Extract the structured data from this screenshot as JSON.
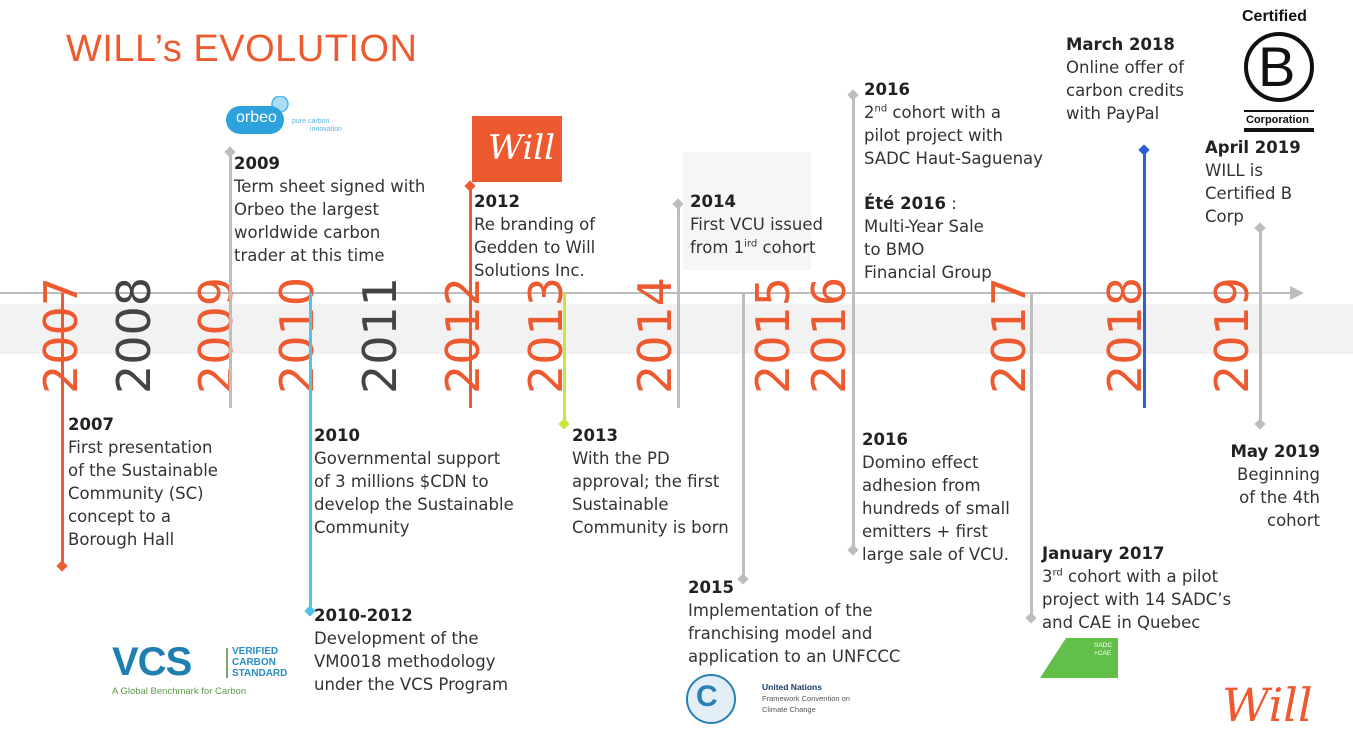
{
  "title": "WILL’s EVOLUTION",
  "years": [
    "2007",
    "2008",
    "2009",
    "2010",
    "2011",
    "2012",
    "2013",
    "2014",
    "2015",
    "2016",
    "2017",
    "2018",
    "2019"
  ],
  "events": {
    "e2007": {
      "date": "2007",
      "lines": [
        "First presentation",
        "of the Sustainable",
        "Community (SC)",
        "concept to a",
        "Borough Hall"
      ]
    },
    "e2009": {
      "date": "2009",
      "lines": [
        "Term sheet signed with",
        "Orbeo the largest",
        "worldwide carbon",
        "trader at this time"
      ]
    },
    "e2010": {
      "date": "2010",
      "lines": [
        "Governmental support",
        "of 3 millions $CDN to",
        "develop the Sustainable",
        "Community"
      ]
    },
    "e2010_2012": {
      "date": "2010-2012",
      "lines": [
        "Development of the",
        "VM0018 methodology",
        "under the VCS Program"
      ]
    },
    "e2012": {
      "date": "2012",
      "lines": [
        "Re branding of",
        "Gedden to Will",
        "Solutions Inc."
      ]
    },
    "e2013": {
      "date": "2013",
      "lines": [
        "With the PD",
        "approval; the first",
        "Sustainable",
        "Community is born"
      ]
    },
    "e2014": {
      "date": "2014",
      "line1": "First VCU issued",
      "line2_a": "from   1",
      "line2_sup": "ird",
      "line2_b": " cohort"
    },
    "e2015": {
      "date": "2015",
      "lines": [
        "Implementation of the",
        "franchising model and",
        "application to an UNFCCC"
      ]
    },
    "e2016a": {
      "date": "2016",
      "line1_sup": "nd",
      "line1_a": "2",
      "line1_b": " cohort with a",
      "line2": "pilot project with",
      "line3": "SADC Haut-Saguenay"
    },
    "e2016summer": {
      "date": "Été 2016",
      "date_suffix": " :",
      "lines": [
        "Multi-Year Sale",
        "to BMO",
        "Financial Group"
      ]
    },
    "e2016b": {
      "date": "2016",
      "lines": [
        "Domino effect",
        "adhesion from",
        "hundreds of small",
        "emitters + first",
        "large sale of VCU."
      ]
    },
    "e2017": {
      "date": "January 2017",
      "line1_a": "3",
      "line1_sup": "rd",
      "line1_b": " cohort with a pilot",
      "line2": "project with 14 SADC’s",
      "line3": "and CAE in Quebec"
    },
    "e2018": {
      "date": "March 2018",
      "lines": [
        "Online offer of",
        "carbon credits",
        "with PayPal"
      ]
    },
    "e2019a": {
      "date": "April 2019",
      "lines": [
        "WILL is",
        "Certified B",
        "Corp"
      ]
    },
    "e2019b": {
      "date": "May 2019",
      "lines": [
        "Beginning",
        "of the 4th",
        "cohort"
      ]
    }
  },
  "logos": {
    "orbeo": {
      "name": "orbeo",
      "tagline1": "pure carbon",
      "tagline2": "innovation"
    },
    "will_badge": "Will",
    "will_corner": "Will",
    "vcs": {
      "letters": "VCS",
      "word1": "VERIFIED",
      "word2": "CARBON",
      "word3": "STANDARD",
      "tagline": "A Global Benchmark for Carbon"
    },
    "unfccc": {
      "line1": "United Nations",
      "line2": "Framework Convention on",
      "line3": "Climate Change"
    },
    "bcorp": {
      "top": "Certified",
      "letter": "B",
      "bottom": "Corporation"
    },
    "sadc": {
      "line1": "SADC",
      "line2": "+CAE"
    }
  },
  "colors": {
    "accent": "#ee5a30",
    "cyan": "#4fc3e8",
    "lime": "#c8e63c",
    "blue": "#2f5fd8",
    "gray": "#bdbdbd",
    "green": "#62c04a"
  }
}
